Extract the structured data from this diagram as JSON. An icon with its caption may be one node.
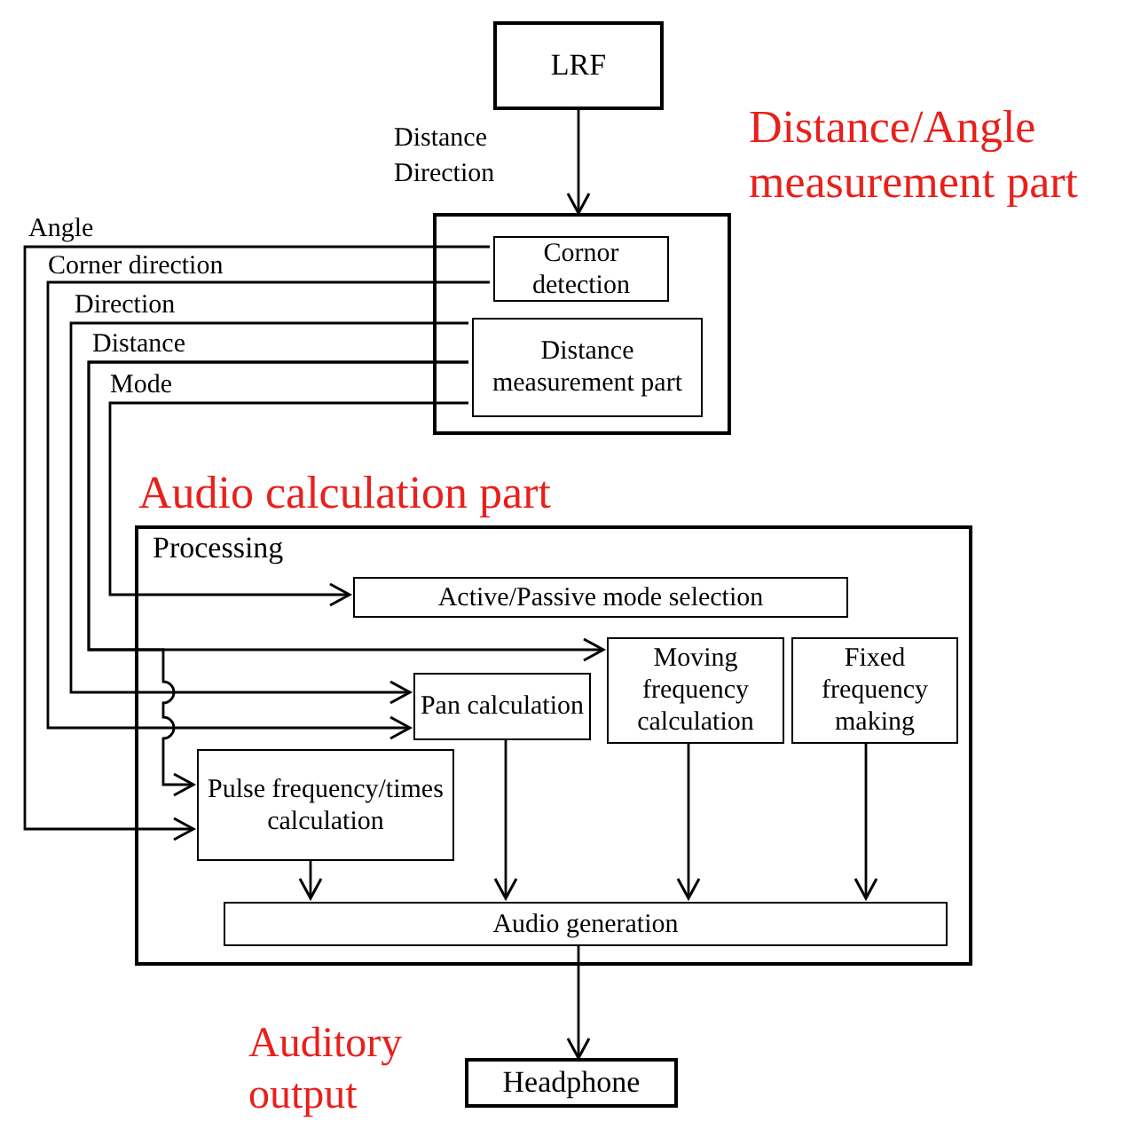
{
  "diagram": {
    "nodes": [
      {
        "text": [
          "LRF"
        ]
      },
      {
        "text": [
          "Distance/Angle measurement part"
        ]
      },
      {
        "text": [
          "Cornor detection"
        ],
        "in": 1
      },
      {
        "text": [
          "Distance measurement part"
        ],
        "in": 1
      },
      {
        "text": [
          "Audio calculation part",
          "Processing"
        ]
      },
      {
        "text": [
          "Active/Passive mode selection"
        ],
        "in": 4
      },
      {
        "text": [
          "Moving frequency calculation"
        ],
        "in": 4
      },
      {
        "text": [
          "Fixed frequency making"
        ],
        "in": 4
      },
      {
        "text": [
          "Pan calculation"
        ],
        "in": 4
      },
      {
        "text": [
          "Pulse frequency/times calculation"
        ],
        "in": 4
      },
      {
        "text": [
          "Audio generation"
        ],
        "in": 4
      },
      {
        "text": [
          "Headphone"
        ],
        "beside": [
          "Auditory output"
        ]
      }
    ],
    "edges": [
      {
        "from": 0,
        "to": 1,
        "arrow": "to",
        "label": "Distance Direction"
      },
      {
        "from": 2,
        "to": 9,
        "arrow": "to",
        "label": "Angle"
      },
      {
        "from": 2,
        "to": 8,
        "arrow": "to",
        "label": "Corner direction"
      },
      {
        "from": 3,
        "to": 8,
        "arrow": "to",
        "label": "Direction"
      },
      {
        "from": 3,
        "to": 6,
        "arrow": "to",
        "label": "Distance"
      },
      {
        "from": 3,
        "to": 9,
        "arrow": "to"
      },
      {
        "from": 3,
        "to": 5,
        "arrow": "to",
        "label": "Mode"
      },
      {
        "from": 9,
        "to": 10,
        "arrow": "to"
      },
      {
        "from": 8,
        "to": 10,
        "arrow": "to"
      },
      {
        "from": 6,
        "to": 10,
        "arrow": "to"
      },
      {
        "from": 7,
        "to": 10,
        "arrow": "to"
      },
      {
        "from": 10,
        "to": 11,
        "arrow": "to"
      }
    ]
  }
}
